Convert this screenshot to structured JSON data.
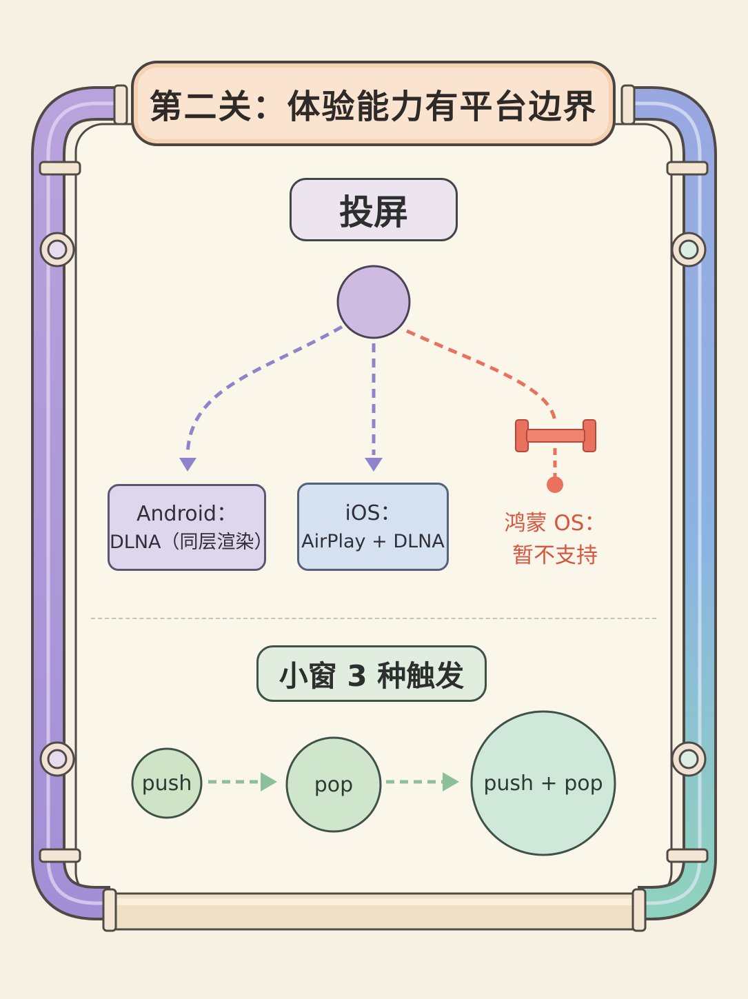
{
  "title": "第二关：体验能力有平台边界",
  "cast_section": {
    "heading": "投屏",
    "android": {
      "name": "Android：",
      "detail": "DLNA（同层渲染）"
    },
    "ios": {
      "name": "iOS：",
      "detail": "AirPlay + DLNA"
    },
    "harmony": {
      "name": "鸿蒙 OS：",
      "detail": "暂不支持"
    }
  },
  "mini_window_section": {
    "heading": "小窗 3 种触发",
    "triggers": [
      {
        "label": "push"
      },
      {
        "label": "pop"
      },
      {
        "label": "push + pop"
      }
    ]
  },
  "colors": {
    "supported_arrow": "#8d84cc",
    "unsupported": "#e8725d",
    "mini_arrow": "#8cc09a"
  }
}
